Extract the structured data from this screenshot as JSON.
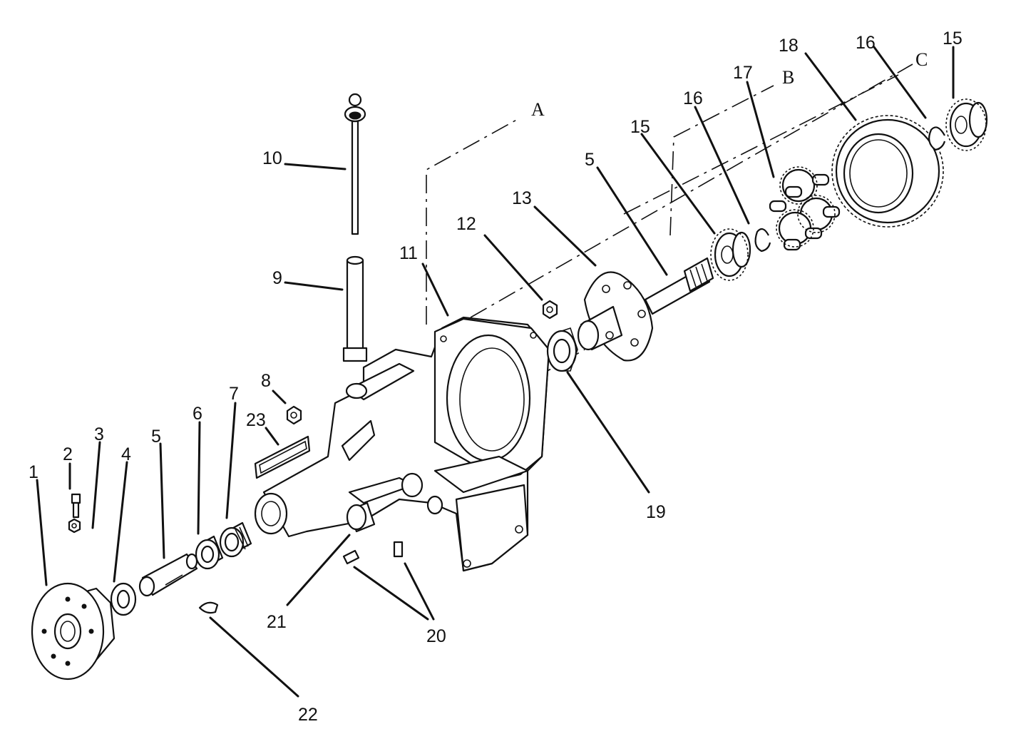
{
  "callouts": {
    "c1": "1",
    "c2": "2",
    "c3": "3",
    "c4": "4",
    "c5a": "5",
    "c5b": "5",
    "c6": "6",
    "c7": "7",
    "c8": "8",
    "c9": "9",
    "c10": "10",
    "c11": "11",
    "c12": "12",
    "c13": "13",
    "c15a": "15",
    "c15b": "15",
    "c16a": "16",
    "c16b": "16",
    "c17": "17",
    "c18": "18",
    "c19": "19",
    "c20": "20",
    "c21": "21",
    "c22": "22",
    "c23": "23"
  },
  "axes": {
    "a": "A",
    "b": "B",
    "c": "C"
  }
}
